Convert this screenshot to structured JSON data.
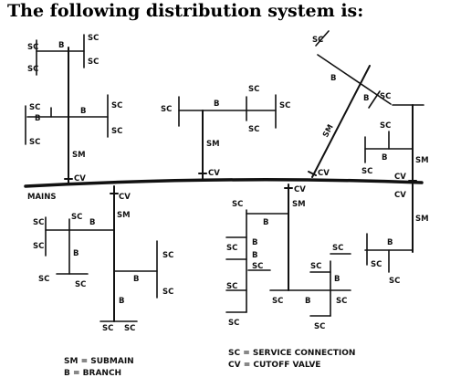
{
  "title": "The following distribution system is:",
  "labels": {
    "mains": "MAINS",
    "sm": "SM",
    "sc": "SC",
    "b": "B",
    "cv": "CV"
  },
  "legend": {
    "sm": "SM = SUBMAIN",
    "b": "B = BRANCH",
    "sc": "SC = SERVICE CONNECTION",
    "cv": "CV = CUTOFF VALVE"
  }
}
